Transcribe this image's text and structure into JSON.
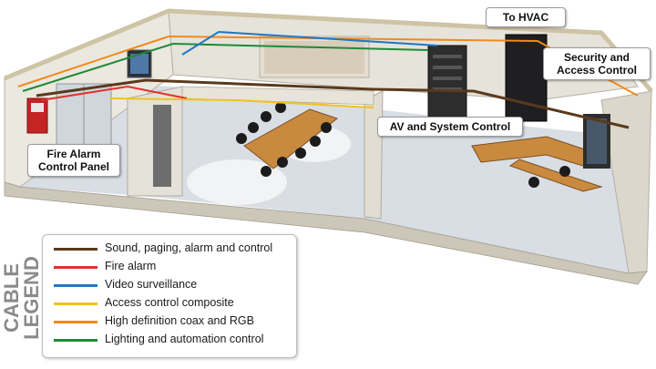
{
  "callouts": {
    "to_hvac": "To HVAC",
    "security": "Security and\nAccess Control",
    "av_system": "AV and System Control",
    "fire_panel": "Fire Alarm\nControl Panel"
  },
  "legend": {
    "title_line1": "CABLE",
    "title_line2": "LEGEND",
    "items": [
      {
        "label": "Sound, paging, alarm and control",
        "color": "#5a3a1c"
      },
      {
        "label": "Fire alarm",
        "color": "#e0312a"
      },
      {
        "label": "Video surveillance",
        "color": "#1f78c8"
      },
      {
        "label": "Access control composite",
        "color": "#f3c21a"
      },
      {
        "label": "High definition coax and RGB",
        "color": "#f08a1e"
      },
      {
        "label": "Lighting and automation control",
        "color": "#1f8a3a"
      }
    ]
  }
}
